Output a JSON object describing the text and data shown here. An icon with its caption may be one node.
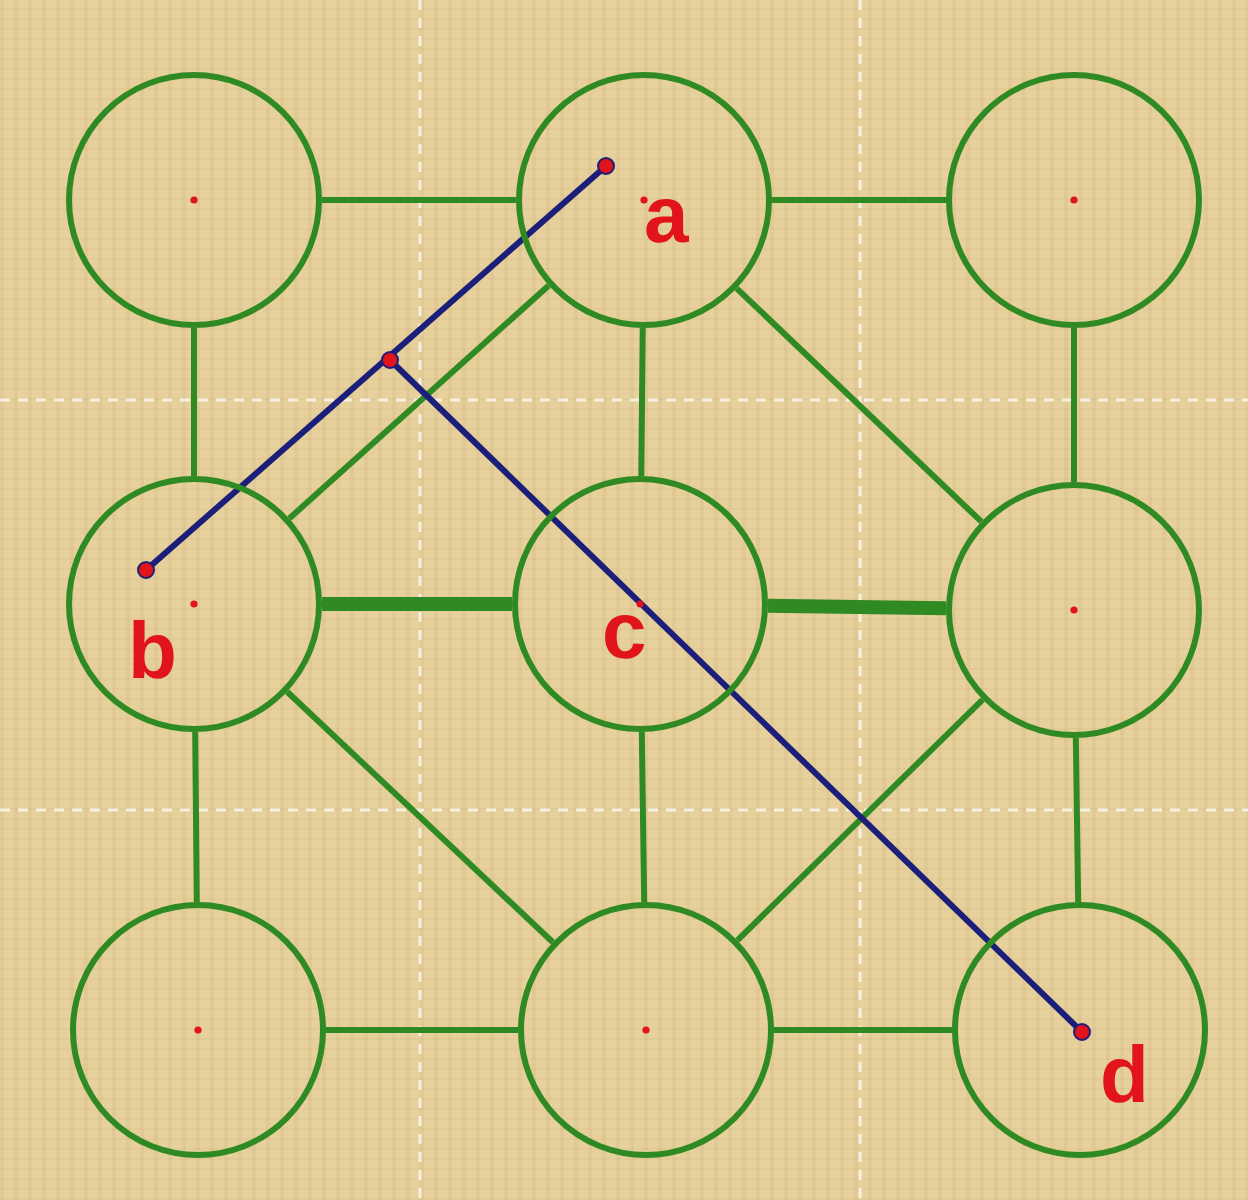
{
  "diagram": {
    "nodes": [
      {
        "text": [],
        "shape": "circle"
      },
      {
        "text": [
          "a"
        ]
      },
      {
        "text": [],
        "shape": "circle"
      },
      {
        "text": [
          "b"
        ]
      },
      {
        "text": [
          "c"
        ]
      },
      {
        "text": [],
        "shape": "circle"
      },
      {
        "text": [],
        "shape": "circle"
      },
      {
        "text": [],
        "shape": "circle"
      },
      {
        "text": [
          "d"
        ]
      }
    ],
    "edges": [
      {
        "from": 0,
        "to": 1,
        "arrow": "none"
      },
      {
        "from": 1,
        "to": 2,
        "arrow": "none"
      },
      {
        "from": 0,
        "to": 3,
        "arrow": "none"
      },
      {
        "from": 1,
        "to": 3,
        "arrow": "none"
      },
      {
        "from": 1,
        "to": 4,
        "arrow": "none"
      },
      {
        "from": 1,
        "to": 5,
        "arrow": "none"
      },
      {
        "from": 2,
        "to": 5,
        "arrow": "none"
      },
      {
        "from": 3,
        "to": 4,
        "arrow": "none",
        "style": "thick"
      },
      {
        "from": 4,
        "to": 5,
        "arrow": "none",
        "style": "thick"
      },
      {
        "from": 3,
        "to": 6,
        "arrow": "none"
      },
      {
        "from": 3,
        "to": 7,
        "arrow": "none"
      },
      {
        "from": 4,
        "to": 7,
        "arrow": "none"
      },
      {
        "from": 5,
        "to": 7,
        "arrow": "none"
      },
      {
        "from": 5,
        "to": 8,
        "arrow": "none"
      },
      {
        "from": 6,
        "to": 7,
        "arrow": "none"
      },
      {
        "from": 7,
        "to": 8,
        "arrow": "none"
      }
    ]
  }
}
